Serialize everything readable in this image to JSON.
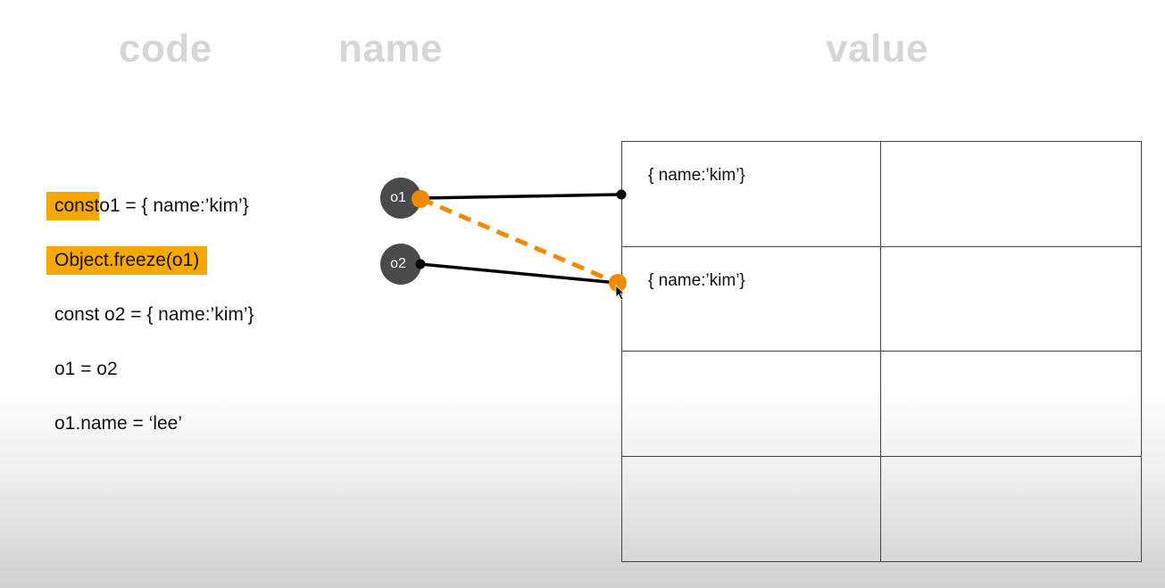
{
  "headings": {
    "code": "code",
    "name": "name",
    "value": "value"
  },
  "code_lines": [
    {
      "highlight": "const",
      "rest": "o1 = { name:’kim’}"
    },
    {
      "highlight": "Object.freeze(o1)",
      "rest": ""
    },
    {
      "text": "const o2 = { name:’kim’}"
    },
    {
      "text": "o1 = o2"
    },
    {
      "text": "o1.name = ‘lee’"
    }
  ],
  "names": {
    "o1": "o1",
    "o2": "o2"
  },
  "value_table": {
    "rows": [
      [
        "{ name:’kim’}",
        ""
      ],
      [
        "{ name:’kim’}",
        ""
      ],
      [
        "",
        ""
      ],
      [
        "",
        ""
      ]
    ]
  },
  "colors": {
    "highlight": "#f7a800",
    "node": "#4a4a4a",
    "arrow": "#000000",
    "dashed_arrow": "#f08a00",
    "heading": "#d6d6d6"
  },
  "connections": [
    {
      "from": "o1",
      "to_row": 1,
      "style": "solid"
    },
    {
      "from": "o2",
      "to_row": 2,
      "style": "solid"
    },
    {
      "from": "o1",
      "to_row": 2,
      "style": "dashed"
    }
  ]
}
